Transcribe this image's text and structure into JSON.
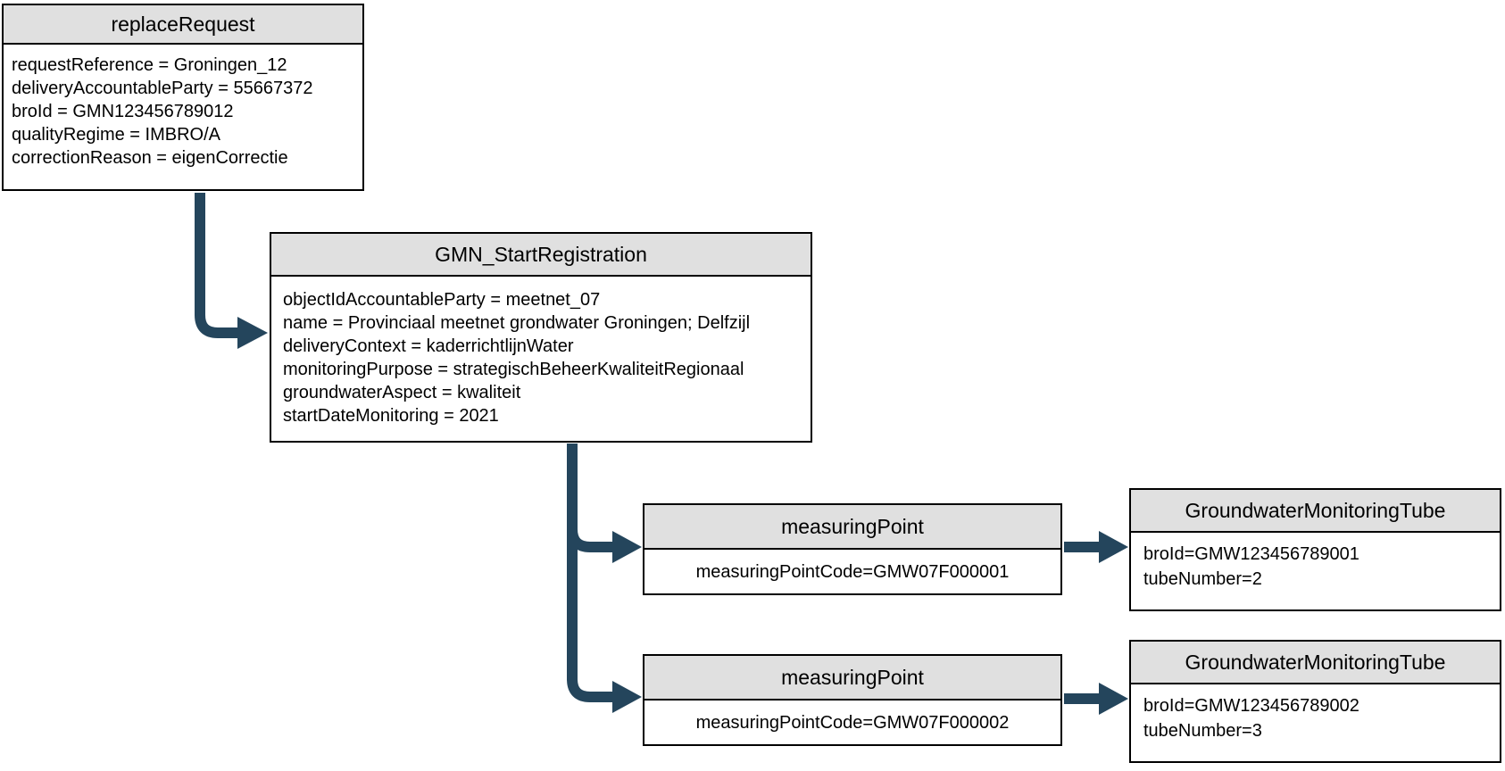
{
  "diagram": {
    "colors": {
      "arrow": "#24455C",
      "node_header_fill": "#E0E0E0",
      "node_border": "#000000",
      "background": "#FFFFFF"
    },
    "nodes": {
      "replace_request": {
        "title": "replaceRequest",
        "attributes": [
          "requestReference = Groningen_12",
          "deliveryAccountableParty = 55667372",
          "broId = GMN123456789012",
          "qualityRegime = IMBRO/A",
          "correctionReason = eigenCorrectie"
        ]
      },
      "gmn_start_registration": {
        "title": "GMN_StartRegistration",
        "attributes": [
          "objectIdAccountableParty = meetnet_07",
          "name = Provinciaal meetnet grondwater Groningen; Delfzijl",
          "deliveryContext = kaderrichtlijnWater",
          "monitoringPurpose = strategischBeheerKwaliteitRegionaal",
          "groundwaterAspect = kwaliteit",
          "startDateMonitoring = 2021"
        ]
      },
      "measuring_point_1": {
        "title": "measuringPoint",
        "attributes": [
          "measuringPointCode=GMW07F000001"
        ]
      },
      "groundwater_monitoring_tube_1": {
        "title": "GroundwaterMonitoringTube",
        "attributes": [
          "broId=GMW123456789001",
          "tubeNumber=2"
        ]
      },
      "measuring_point_2": {
        "title": "measuringPoint",
        "attributes": [
          "measuringPointCode=GMW07F000002"
        ]
      },
      "groundwater_monitoring_tube_2": {
        "title": "GroundwaterMonitoringTube",
        "attributes": [
          "broId=GMW123456789002",
          "tubeNumber=3"
        ]
      }
    }
  }
}
